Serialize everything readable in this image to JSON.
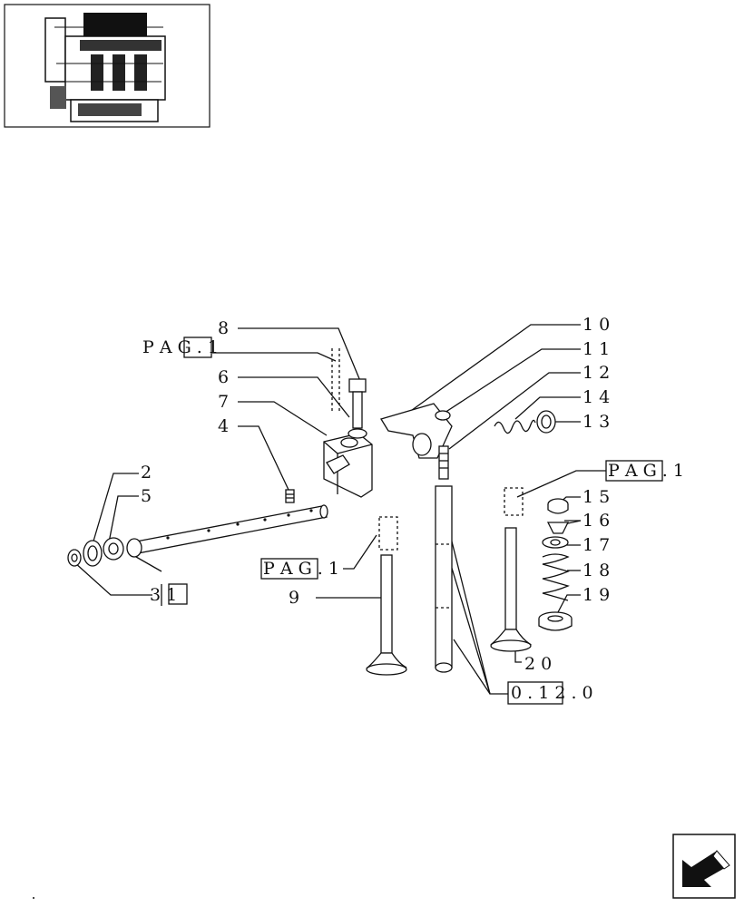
{
  "callouts": {
    "c8": "8",
    "pag_top": "P A G . 1",
    "c6": "6",
    "c7": "7",
    "c4": "4",
    "c2": "2",
    "c5": "5",
    "c31": "3 1",
    "c10": "1 0",
    "c11": "1 1",
    "c12": "1 2",
    "c14": "1 4",
    "c13": "1 3",
    "pag_right": "P A G . 1",
    "c15": "1 5",
    "c16": "1 6",
    "c17": "1 7",
    "c18": "1 8",
    "c19": "1 9",
    "pag_mid": "P A G . 1",
    "c9": "9",
    "c20": "2 0",
    "c0120": "0 . 1 2 . 0"
  },
  "icons": {
    "thumbnail": "engine-thumbnail-icon",
    "nav": "next-page-arrow-icon"
  }
}
